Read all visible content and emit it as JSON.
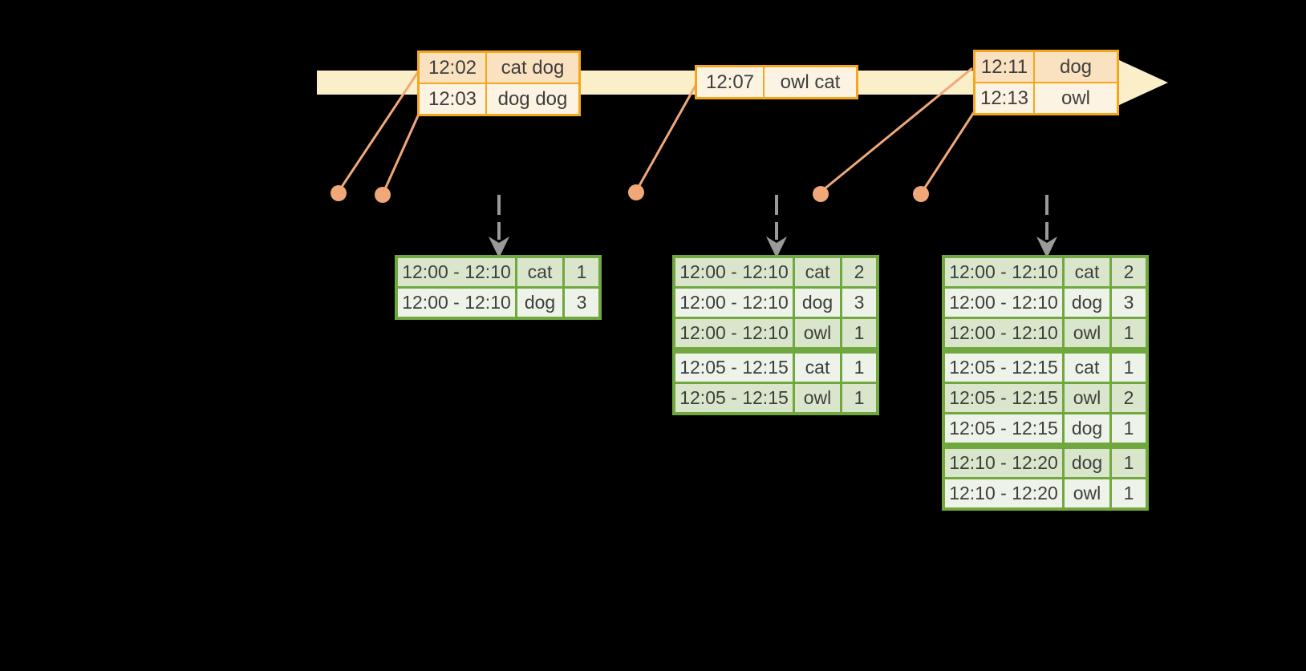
{
  "colors": {
    "background": "#000000",
    "timeline_band": "#FBEFC9",
    "event_border": "#F2A71E",
    "event_row_dark": "#FAE2C0",
    "event_row_light": "#FDF3E3",
    "connector": "#F0A878",
    "trigger_arrow": "#9A9A9A",
    "table_border": "#70A83F",
    "table_row_dark": "#DAE6CB",
    "table_row_light": "#EEF3E9",
    "text": "#3E3E3E"
  },
  "timeline": {
    "events": [
      {
        "rows": [
          {
            "time": "12:02",
            "words": "cat dog"
          },
          {
            "time": "12:03",
            "words": "dog dog"
          }
        ]
      },
      {
        "rows": [
          {
            "time": "12:07",
            "words": "owl cat"
          }
        ]
      },
      {
        "rows": [
          {
            "time": "12:11",
            "words": "dog"
          },
          {
            "time": "12:13",
            "words": "owl"
          }
        ]
      }
    ]
  },
  "result_tables": [
    {
      "rows": [
        {
          "window": "12:00 - 12:10",
          "word": "cat",
          "count": "1"
        },
        {
          "window": "12:00 - 12:10",
          "word": "dog",
          "count": "3"
        }
      ]
    },
    {
      "rows": [
        {
          "window": "12:00 - 12:10",
          "word": "cat",
          "count": "2"
        },
        {
          "window": "12:00 - 12:10",
          "word": "dog",
          "count": "3"
        },
        {
          "window": "12:00 - 12:10",
          "word": "owl",
          "count": "1"
        },
        {
          "window": "12:05 - 12:15",
          "word": "cat",
          "count": "1"
        },
        {
          "window": "12:05 - 12:15",
          "word": "owl",
          "count": "1"
        }
      ]
    },
    {
      "rows": [
        {
          "window": "12:00 - 12:10",
          "word": "cat",
          "count": "2"
        },
        {
          "window": "12:00 - 12:10",
          "word": "dog",
          "count": "3"
        },
        {
          "window": "12:00 - 12:10",
          "word": "owl",
          "count": "1"
        },
        {
          "window": "12:05 - 12:15",
          "word": "cat",
          "count": "1"
        },
        {
          "window": "12:05 - 12:15",
          "word": "owl",
          "count": "2"
        },
        {
          "window": "12:05 - 12:15",
          "word": "dog",
          "count": "1"
        },
        {
          "window": "12:10 - 12:20",
          "word": "dog",
          "count": "1"
        },
        {
          "window": "12:10 - 12:20",
          "word": "owl",
          "count": "1"
        }
      ]
    }
  ]
}
